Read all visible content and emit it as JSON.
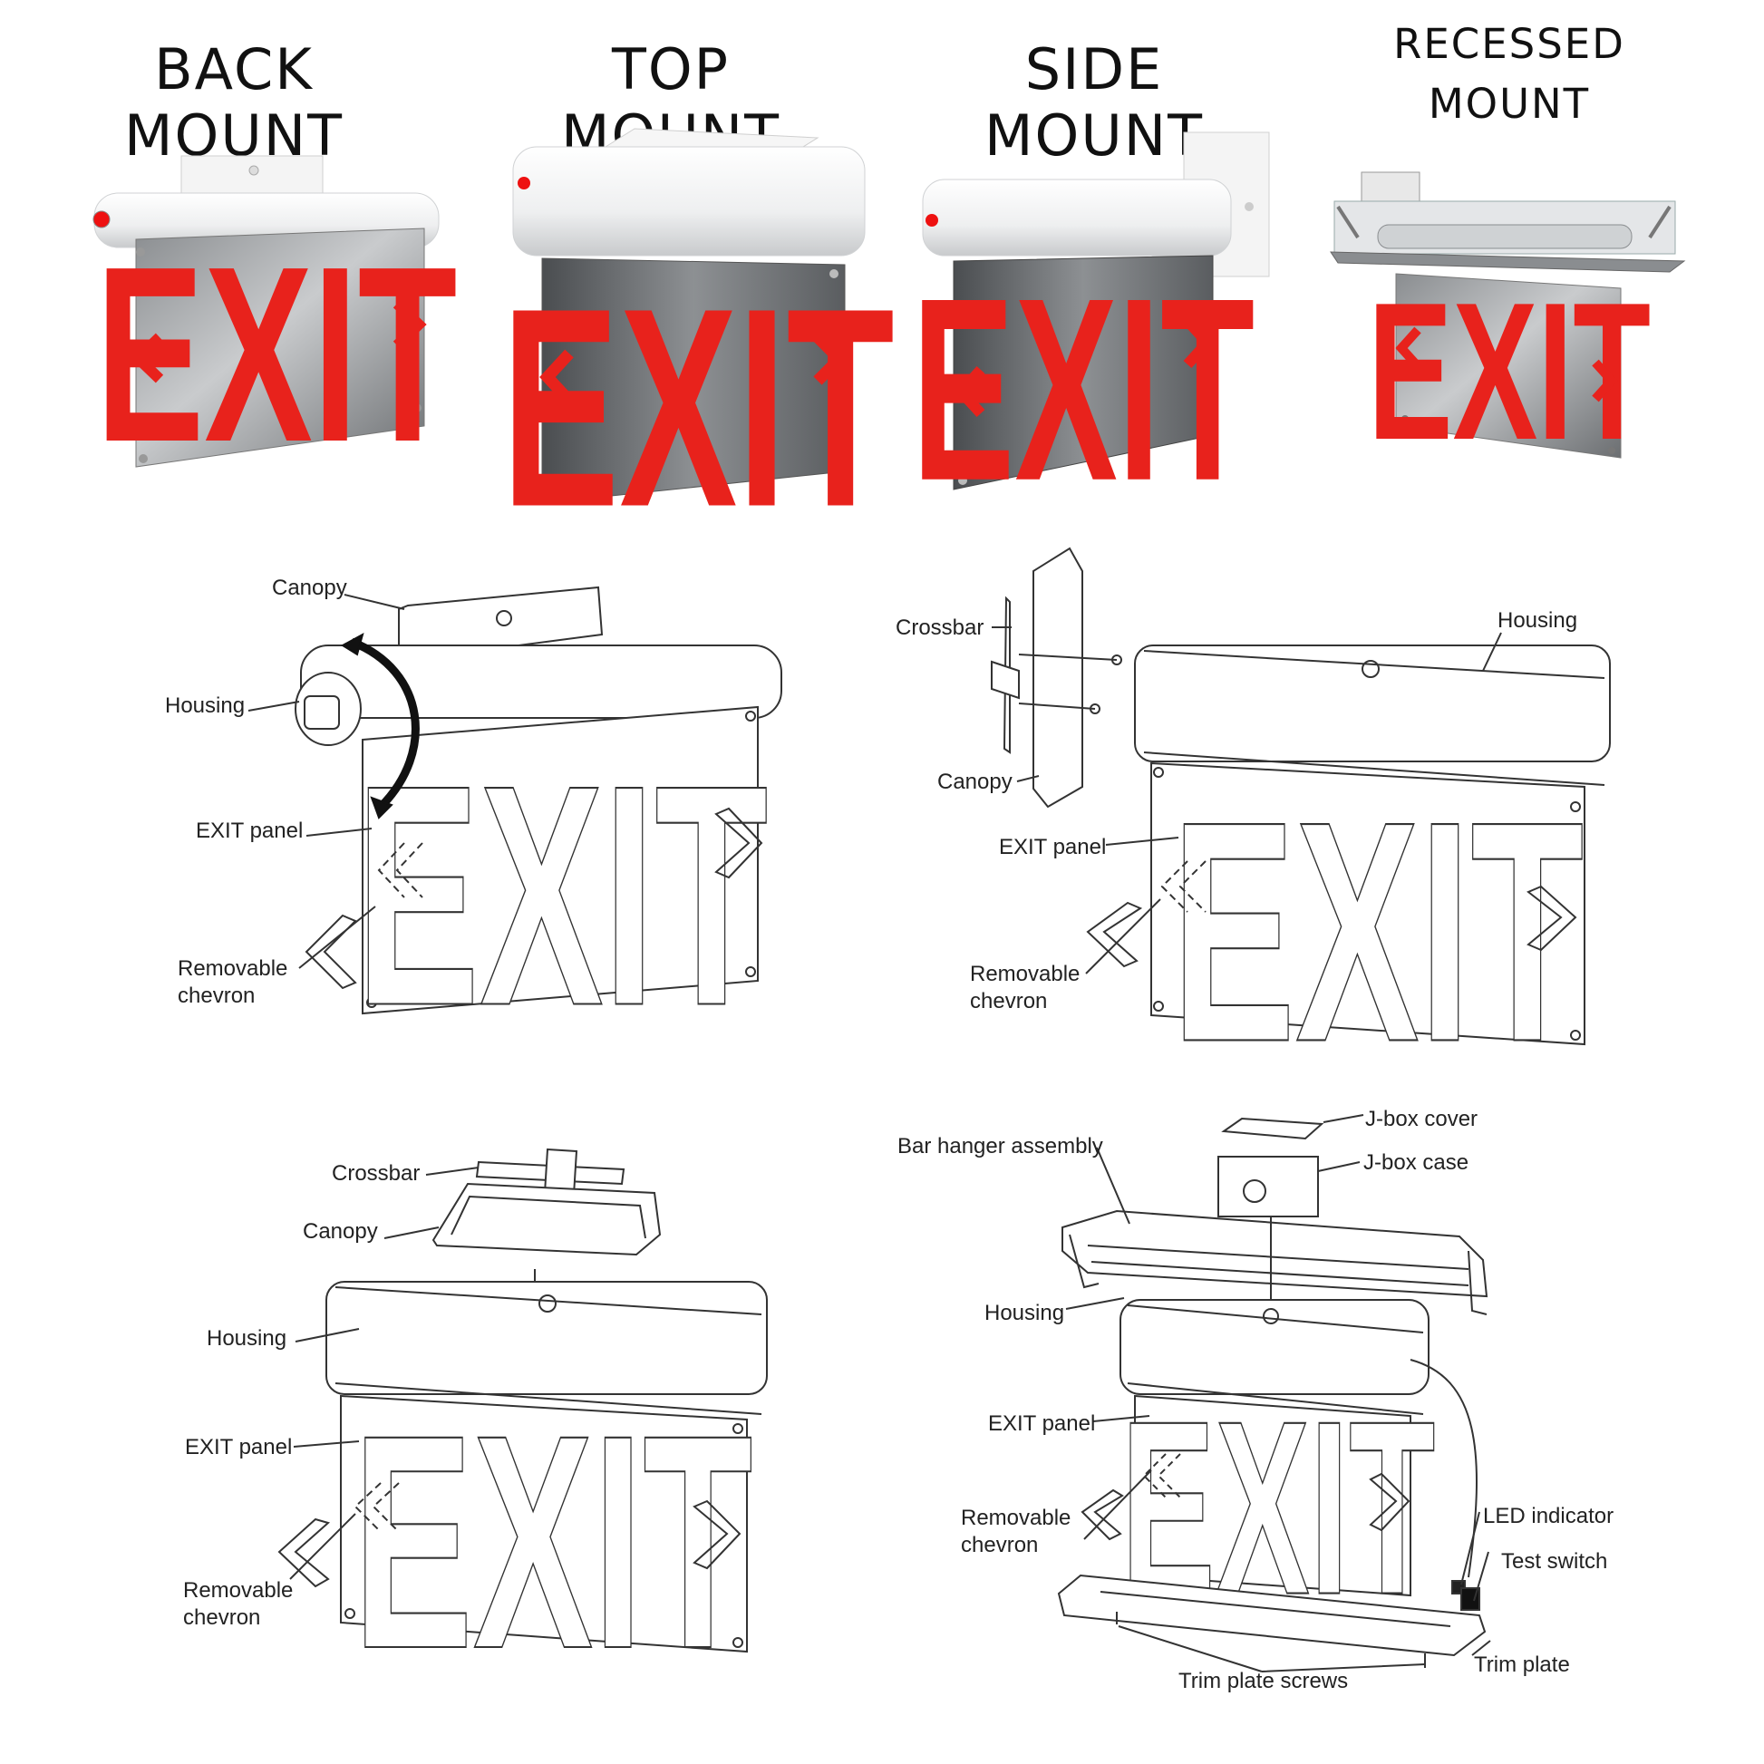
{
  "colors": {
    "exit_red": "#e8221c",
    "panel_dark": "#5f6266",
    "housing_white": "#f1f2f2",
    "line": "#333333"
  },
  "mounts": [
    {
      "title": "BACK MOUNT"
    },
    {
      "title": "TOP MOUNT"
    },
    {
      "title": "SIDE MOUNT"
    },
    {
      "title_line1": "RECESSED",
      "title_line2": "MOUNT"
    }
  ],
  "sign_text": "EXIT",
  "icons": [
    "chevron-left-icon",
    "chevron-right-icon",
    "rotation-arrow-icon"
  ],
  "diagrams": {
    "back": {
      "canopy": "Canopy",
      "housing": "Housing",
      "exit_panel": "EXIT panel",
      "chevron_line1": "Removable",
      "chevron_line2": "chevron"
    },
    "side": {
      "crossbar": "Crossbar",
      "housing": "Housing",
      "canopy": "Canopy",
      "exit_panel": "EXIT panel",
      "chevron_line1": "Removable",
      "chevron_line2": "chevron"
    },
    "top": {
      "crossbar": "Crossbar",
      "canopy": "Canopy",
      "housing": "Housing",
      "exit_panel": "EXIT panel",
      "chevron_line1": "Removable",
      "chevron_line2": "chevron"
    },
    "recessed": {
      "jbox_cover": "J-box cover",
      "bar_hanger": "Bar hanger assembly",
      "jbox_case": "J-box case",
      "housing": "Housing",
      "exit_panel": "EXIT panel",
      "chevron_line1": "Removable",
      "chevron_line2": "chevron",
      "led_indicator": "LED indicator",
      "test_switch": "Test switch",
      "trim_plate": "Trim plate",
      "trim_plate_screws": "Trim plate screws"
    }
  }
}
